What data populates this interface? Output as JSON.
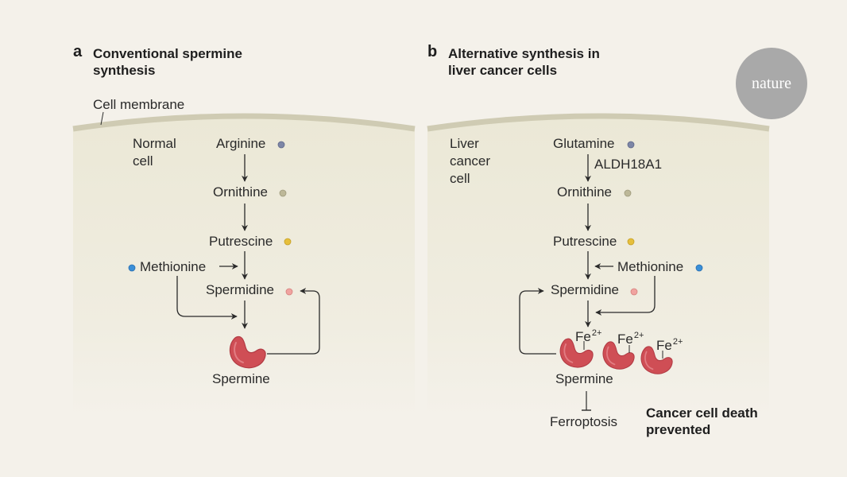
{
  "panel_a": {
    "letter": "a",
    "title": "Conventional spermine synthesis",
    "membrane_label": "Cell membrane",
    "cell_label": "Normal cell",
    "nodes": {
      "arginine": "Arginine",
      "ornithine": "Ornithine",
      "putrescine": "Putrescine",
      "methionine": "Methionine",
      "spermidine": "Spermidine",
      "spermine": "Spermine"
    }
  },
  "panel_b": {
    "letter": "b",
    "title": "Alternative synthesis in liver cancer cells",
    "cell_label": "Liver cancer cell",
    "nodes": {
      "glutamine": "Glutamine",
      "enzyme": "ALDH18A1",
      "ornithine": "Ornithine",
      "putrescine": "Putrescine",
      "methionine": "Methionine",
      "spermidine": "Spermidine",
      "spermine": "Spermine",
      "ferroptosis": "Ferroptosis"
    },
    "iron": {
      "base": "Fe",
      "charge": "2+"
    },
    "outcome": "Cancer cell death prevented"
  },
  "logo": "nature",
  "colors": {
    "background": "#f4f1ea",
    "cell_fill": "#ebe8d6",
    "membrane": "#cfcbb3",
    "protein": "#cf4e55",
    "arginine_glutamine": "#7d86a6",
    "ornithine": "#bdb898",
    "putrescine": "#e6bf3c",
    "methionine": "#3a8fd8",
    "spermidine": "#f0a3a0",
    "logo_circle": "#a9a9a9"
  }
}
